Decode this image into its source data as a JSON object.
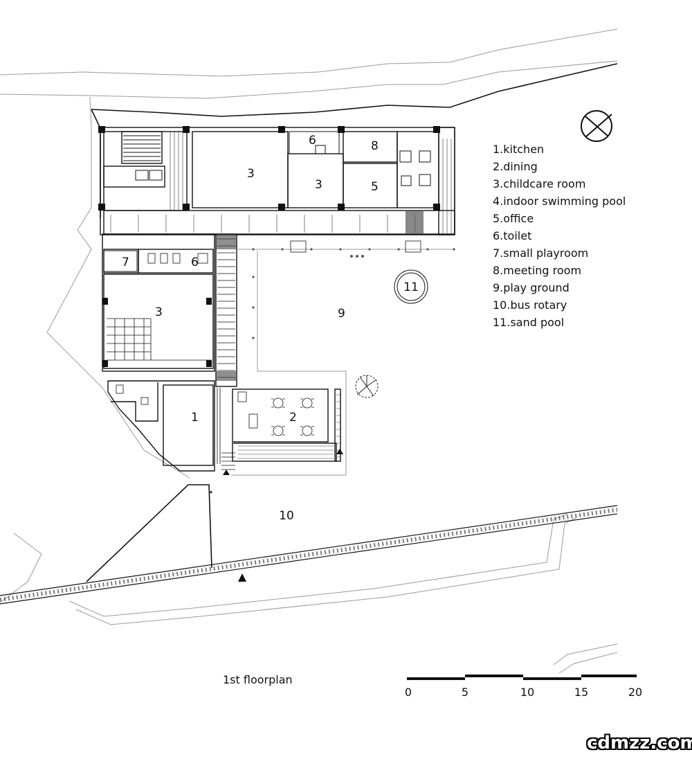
{
  "title": "1st floorplan",
  "legend": [
    "1.kitchen",
    "2.dining",
    "3.childcare room",
    "4.indoor swimming pool",
    "5.office",
    "6.toilet",
    "7.small playroom",
    "8.meeting room",
    "9.play ground",
    "10.bus rotary",
    "11.sand pool"
  ],
  "room_labels": {
    "childcare_a": "3",
    "childcare_b": "3",
    "childcare_c": "3",
    "toilet_top": "6",
    "toilet_mid": "6",
    "meeting": "8",
    "office": "5",
    "playroom": "7",
    "playground": "9",
    "sandpool": "11",
    "kitchen": "1",
    "dining": "2",
    "busrotary": "10"
  },
  "scale": {
    "ticks": [
      "0",
      "5",
      "10",
      "15",
      "20"
    ]
  },
  "watermark": "cdmzz.com",
  "colors": {
    "line": "#111111",
    "thin": "#8a8a8a",
    "bg": "#ffffff"
  }
}
